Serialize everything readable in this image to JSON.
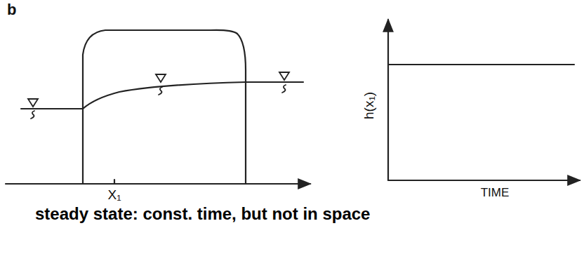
{
  "diagram": {
    "caption": "steady state: const. time, but not in space",
    "labels": [
      "b",
      "X₁",
      "h(x₁)",
      "TIME"
    ]
  }
}
